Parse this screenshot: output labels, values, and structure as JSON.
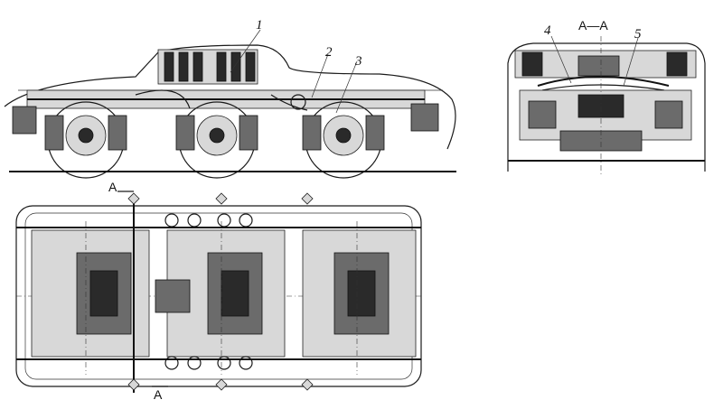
{
  "labels": {
    "n1": "1",
    "n2": "2",
    "n3": "3",
    "n4": "4",
    "n5": "5",
    "section_title": "A—A",
    "cut_top": "A",
    "cut_bottom": "A"
  }
}
